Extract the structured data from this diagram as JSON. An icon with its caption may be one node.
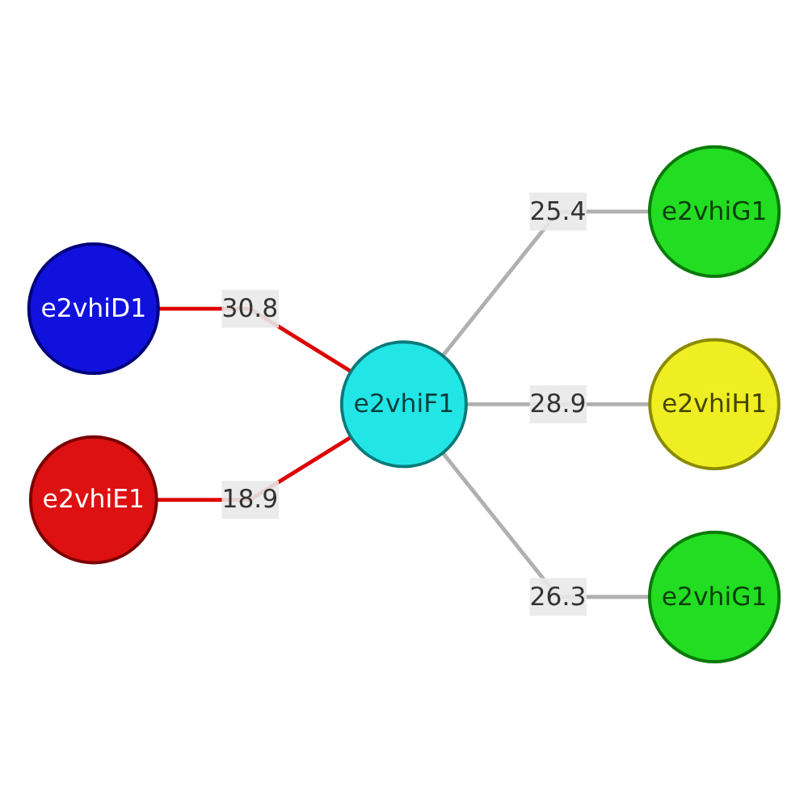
{
  "diagram": {
    "nodes": [
      {
        "text": [
          "e2vhiG1"
        ]
      },
      {
        "text": [
          "e2vhiE1"
        ]
      },
      {
        "text": [
          "e2vhiH1"
        ]
      },
      {
        "text": [
          "e2vhiD1"
        ]
      },
      {
        "text": [
          "e2vhiF1"
        ]
      },
      {
        "text": [
          "e2vhiG1"
        ]
      }
    ],
    "edges": [
      {
        "from": 3,
        "to": 4,
        "arrow": "none",
        "label": "30.8",
        "color": "#dd0000"
      },
      {
        "from": 1,
        "to": 4,
        "arrow": "none",
        "label": "18.9",
        "color": "#dd0000"
      },
      {
        "from": 4,
        "to": 0,
        "arrow": "none",
        "label": "25.4"
      },
      {
        "from": 4,
        "to": 2,
        "arrow": "none",
        "label": "28.9"
      },
      {
        "from": 4,
        "to": 5,
        "arrow": "none",
        "label": "26.3"
      }
    ]
  }
}
